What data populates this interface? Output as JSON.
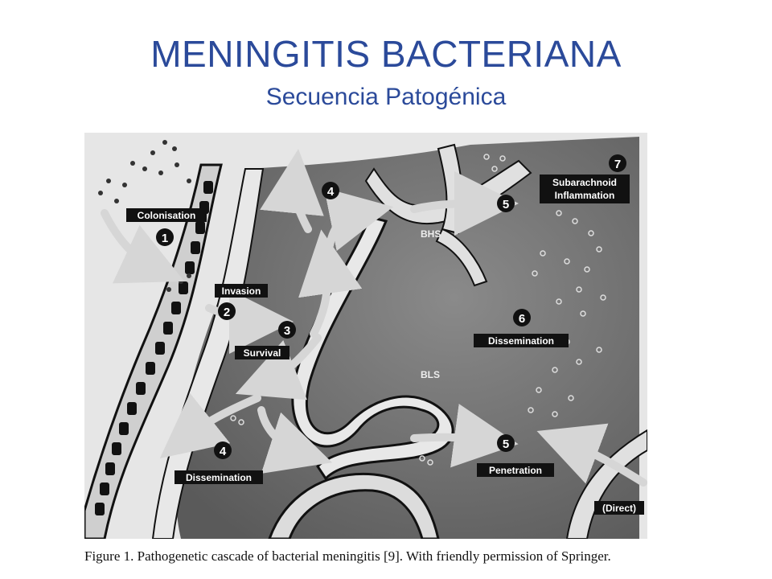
{
  "slide": {
    "title": "MENINGITIS BACTERIANA",
    "subtitle": "Secuencia Patogénica"
  },
  "figure": {
    "caption": "Figure 1. Pathogenetic cascade of bacterial meningitis [9]. With friendly permission of Springer.",
    "labels": {
      "colonisation": "Colonisation",
      "invasion": "Invasion",
      "survival": "Survival",
      "dissemination_left": "Dissemination",
      "dissemination_right": "Dissemination",
      "penetration": "Penetration",
      "subarachnoid_1": "Subarachnoid",
      "subarachnoid_2": "Inflammation",
      "direct": "(Direct)",
      "bhs": "BHS",
      "bls": "BLS"
    },
    "steps": {
      "s1": "1",
      "s2": "2",
      "s3": "3",
      "s4a": "4",
      "s4b": "4",
      "s5a": "5",
      "s5b": "5",
      "s6": "6",
      "s7": "7"
    },
    "colors": {
      "background_dark": "#6b6b6b",
      "tissue_light": "#d9d9d9",
      "label_box": "#111111",
      "arrow": "#d6d6d6"
    }
  }
}
